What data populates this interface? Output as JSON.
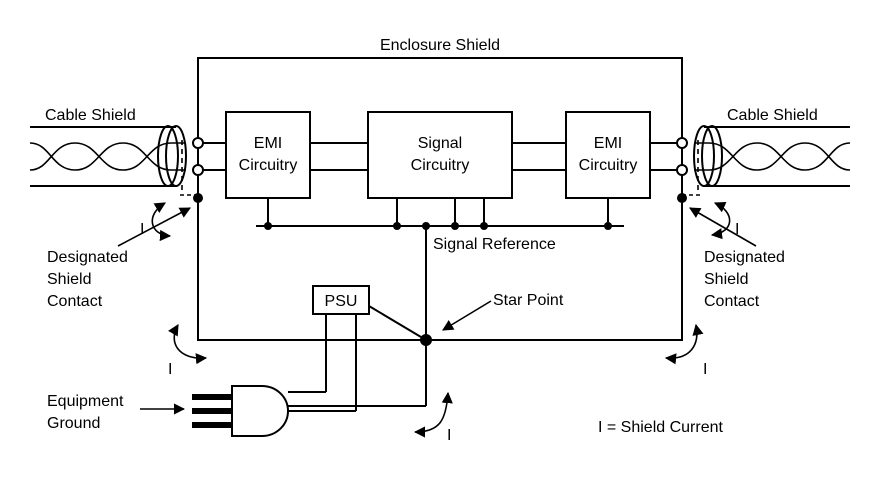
{
  "labels": {
    "enclosure_shield": "Enclosure Shield",
    "cable_shield_left": "Cable Shield",
    "cable_shield_right": "Cable Shield",
    "emi_left": [
      "EMI",
      "Circuitry"
    ],
    "signal": [
      "Signal",
      "Circuitry"
    ],
    "emi_right": [
      "EMI",
      "Circuitry"
    ],
    "signal_reference": "Signal Reference",
    "psu": "PSU",
    "star_point": "Star Point",
    "designated_left": [
      "Designated",
      "Shield",
      "Contact"
    ],
    "designated_right": [
      "Designated",
      "Shield",
      "Contact"
    ],
    "equipment_ground": [
      "Equipment",
      "Ground"
    ],
    "current_marker": "I",
    "legend": "I = Shield Current"
  }
}
